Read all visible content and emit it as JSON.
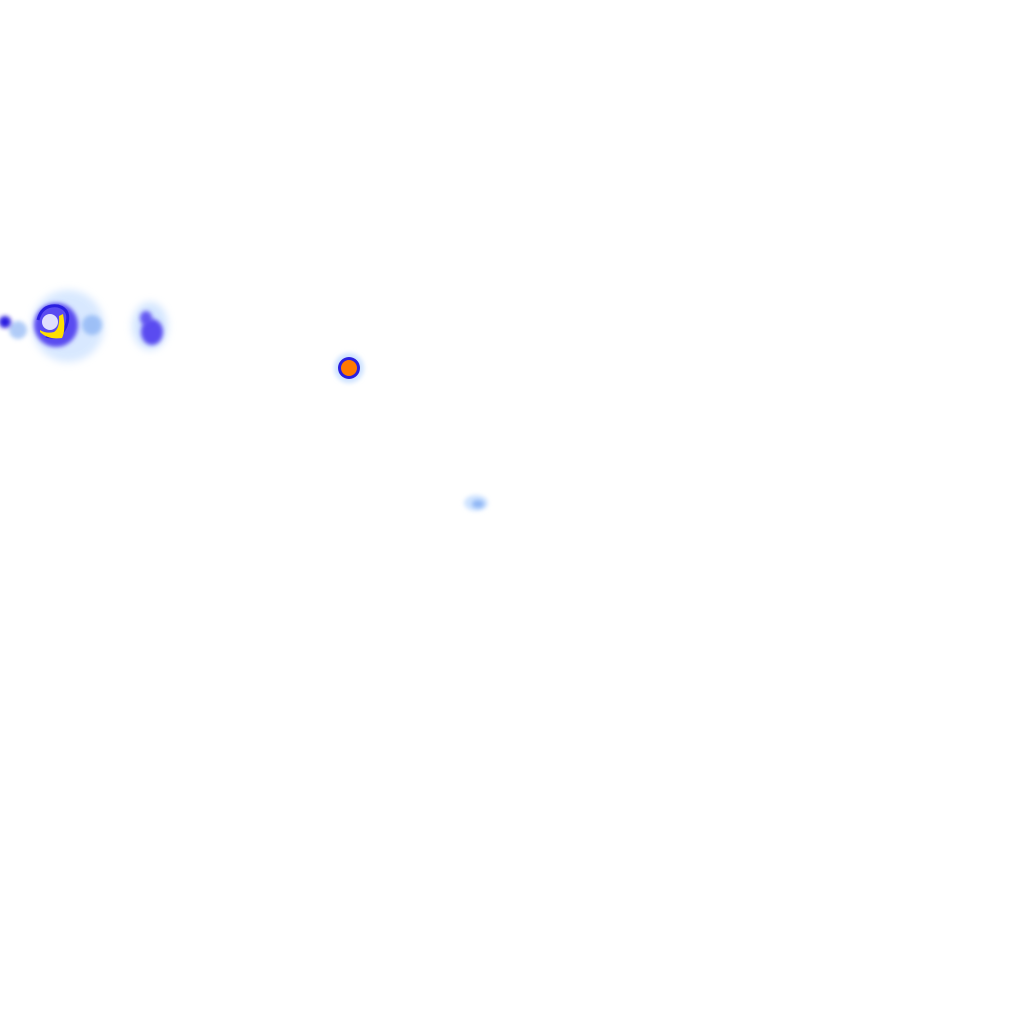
{
  "tile": {
    "background": "#ffffff",
    "palette": {
      "faint": "#cfe3ff",
      "light": "#8fb6f5",
      "medium": "#5a4cf0",
      "strong": "#2a1fe0",
      "high": "#ff7a00",
      "peak": "#ffe000"
    },
    "echoes": [
      {
        "name": "echo-cluster-west",
        "intensity": "peak"
      },
      {
        "name": "echo-cell-west-center",
        "intensity": "medium"
      },
      {
        "name": "echo-cell-center",
        "intensity": "high"
      },
      {
        "name": "echo-spot-south",
        "intensity": "faint"
      }
    ]
  }
}
